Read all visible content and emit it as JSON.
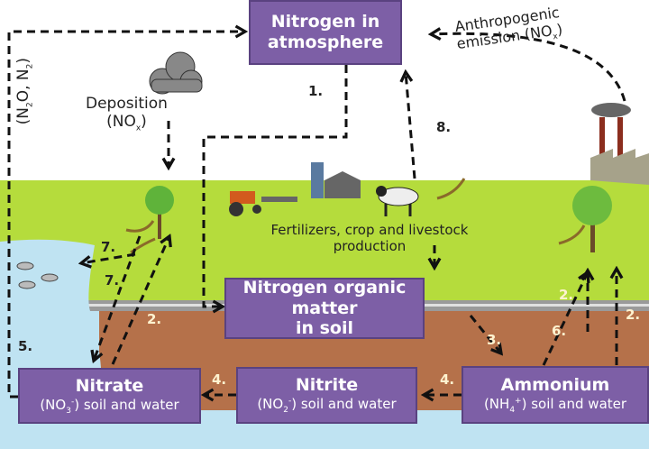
{
  "boxes": {
    "atmosphere": {
      "line1": "Nitrogen in",
      "line2": "atmosphere"
    },
    "organic": {
      "line1": "Nitrogen organic matter",
      "line2": "in soil"
    },
    "nitrate": {
      "title": "Nitrate",
      "pre": "(NO",
      "sub": "3",
      "sup": "-",
      "post": ") soil and water"
    },
    "nitrite": {
      "title": "Nitrite",
      "pre": "(NO",
      "sub": "2",
      "sup": "-",
      "post": ") soil and water"
    },
    "ammonium": {
      "title": "Ammonium",
      "pre": "(NH",
      "sub": "4",
      "sup": "+",
      "post": ") soil and water"
    }
  },
  "labels": {
    "deposition": {
      "line1": "Deposition",
      "pre": "(NO",
      "sub": "x",
      "post": ")"
    },
    "anthropogenic": {
      "line1": "Anthropogenic",
      "pre": "emission (NO",
      "sub": "x",
      "post": ")"
    },
    "gases": {
      "p1": "(N",
      "s1": "2",
      "p2": "O, N",
      "s2": "2",
      "p3": ")"
    },
    "fertilizers": {
      "line1": "Fertilizers, crop and livestock",
      "line2": "production"
    }
  },
  "steps": {
    "s1": "1.",
    "s2a": "2.",
    "s2b": "2.",
    "s2c": "2.",
    "s3": "3.",
    "s4a": "4.",
    "s4b": "4.",
    "s5": "5.",
    "s6": "6.",
    "s7a": "7.",
    "s7b": "7.",
    "s8": "8."
  },
  "colors": {
    "box": "#7d5fa6",
    "grass": "#b5dc3c",
    "soil": "#b5714a",
    "water": "#bfe3f2"
  }
}
